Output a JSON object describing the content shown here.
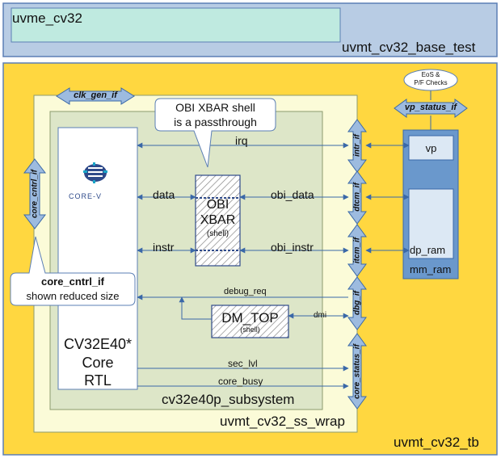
{
  "header": {
    "env_label": "uvme_cv32",
    "test_label": "uvmt_cv32_base_test"
  },
  "tb": {
    "label": "uvmt_cv32_tb"
  },
  "wrap": {
    "label": "uvmt_cv32_ss_wrap"
  },
  "subsystem": {
    "label": "cv32e40p_subsystem"
  },
  "core": {
    "name_line1": "CV32E40*",
    "name_line2": "Core",
    "name_line3": "RTL",
    "logo_text": "CORE-V"
  },
  "xbar": {
    "title_line1": "OBI",
    "title_line2": "XBAR",
    "sub": "(shell)"
  },
  "dm": {
    "title": "DM_TOP",
    "sub": "(shell)"
  },
  "mm_ram": {
    "label": "mm_ram",
    "vp_label": "vp",
    "dp_ram_label": "dp_ram"
  },
  "interfaces": {
    "clk_gen": "clk_gen_if",
    "vp_status": "vp_status_if",
    "core_cntrl": "core_cntrl_if",
    "intr": "intr_if",
    "dtcm": "dtcm_if",
    "itcm": "itcm_if",
    "dbg": "dbg_if",
    "core_status": "core_status_if"
  },
  "signals": {
    "irq": "irq",
    "data": "data",
    "obi_data": "obi_data",
    "instr": "instr",
    "obi_instr": "obi_instr",
    "debug_req": "debug_req",
    "dmi": "dmi",
    "sec_lvl": "sec_lvl",
    "core_busy": "core_busy"
  },
  "callouts": {
    "xbar_line1": "OBI XBAR shell",
    "xbar_line2": "is a passthrough",
    "core_cntrl_line1": "core_cntrl_if",
    "core_cntrl_line2": "shown reduced size",
    "checks_line1": "EoS &",
    "checks_line2": "P/F Checks"
  },
  "colors": {
    "tb_fill": "#FFD740",
    "header_fill": "#B8CCE4",
    "env_fill": "#BFEAE0",
    "wrap_fill": "#FBFBD8",
    "subsystem_fill": "#DDE6C8",
    "mm_ram_fill": "#6A98CC",
    "arrow_fill": "#9DBBDF",
    "line_color": "#3A68A8"
  }
}
